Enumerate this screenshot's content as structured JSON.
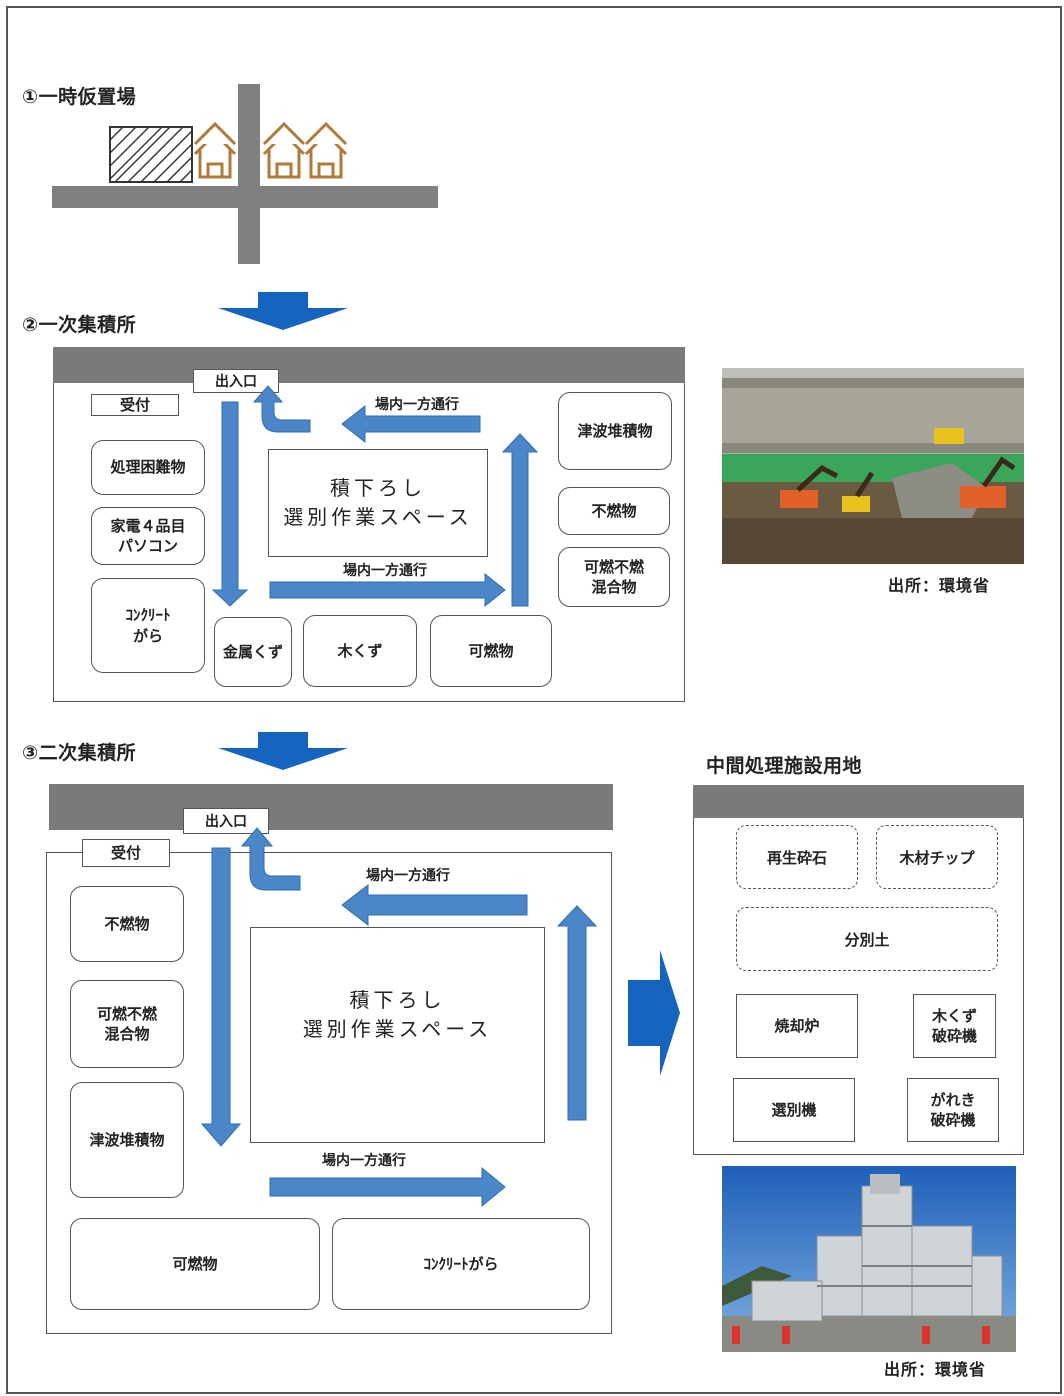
{
  "colors": {
    "arrow": "#4a86c8",
    "arrow_stroke": "#2e6cb3",
    "big_arrow": "#1565c0",
    "road": "#808080",
    "house": "#b07a38",
    "bar": "#7a7a7a"
  },
  "section1": {
    "title": "①一時仮置場"
  },
  "section2": {
    "title": "②一次集積所",
    "gate": "出入口",
    "reception": "受付",
    "oneway": [
      "場内一方通行",
      "場内一方通行"
    ],
    "work_area": "積下ろし\n選別作業スペース",
    "boxes": [
      "処理困難物",
      "家電４品目\nパソコン",
      "ｺﾝｸﾘｰﾄ\nがら",
      "金属くず",
      "木くず",
      "可燃物",
      "津波堆積物",
      "不燃物",
      "可燃不燃\n混合物"
    ],
    "photo_caption": "出所：環境省"
  },
  "section3": {
    "title": "③二次集積所",
    "gate": "出入口",
    "reception": "受付",
    "oneway": [
      "場内一方通行",
      "場内一方通行"
    ],
    "work_area": "積下ろし\n選別作業スペース",
    "boxes": [
      "不燃物",
      "可燃不燃\n混合物",
      "津波堆積物",
      "可燃物",
      "ｺﾝｸﾘｰﾄがら"
    ]
  },
  "facility": {
    "title": "中間処理施設用地",
    "dashed": [
      "再生砕石",
      "木材チップ",
      "分別土"
    ],
    "solid": [
      "焼却炉",
      "木くず\n破砕機",
      "選別機",
      "がれき\n破砕機"
    ],
    "photo_caption": "出所：環境省"
  }
}
